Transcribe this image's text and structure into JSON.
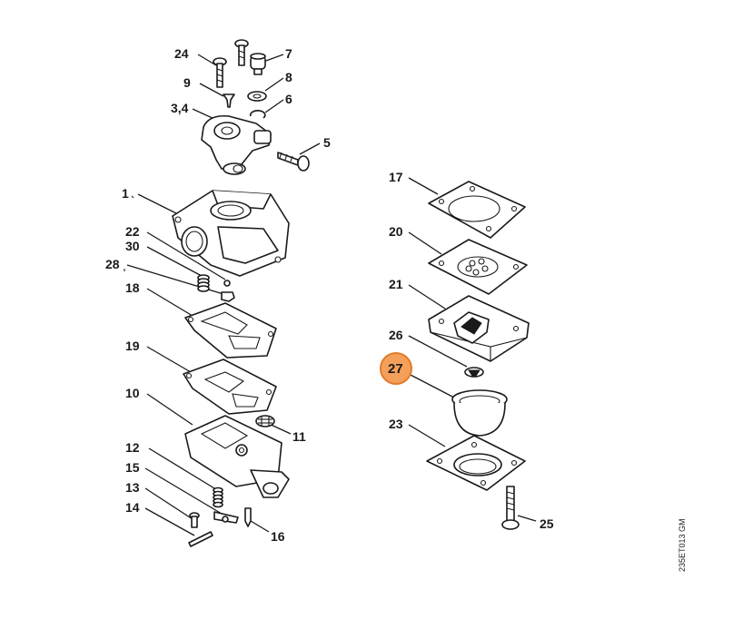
{
  "diagram_code": "235ET013 GM",
  "highlight_color": "#f5a05a",
  "highlight_stroke": "#e07a2a",
  "labels": {
    "p24": "24",
    "p7": "7",
    "p9": "9",
    "p8": "8",
    "p34": "3,4",
    "p6": "6",
    "p5": "5",
    "p1": "1",
    "p22": "22",
    "p30": "30",
    "p28": "28",
    "p18": "18",
    "p19": "19",
    "p10": "10",
    "p11": "11",
    "p12": "12",
    "p15": "15",
    "p13": "13",
    "p14": "14",
    "p16": "16",
    "p17": "17",
    "p20": "20",
    "p21": "21",
    "p26": "26",
    "p27": "27",
    "p23": "23",
    "p25": "25"
  }
}
